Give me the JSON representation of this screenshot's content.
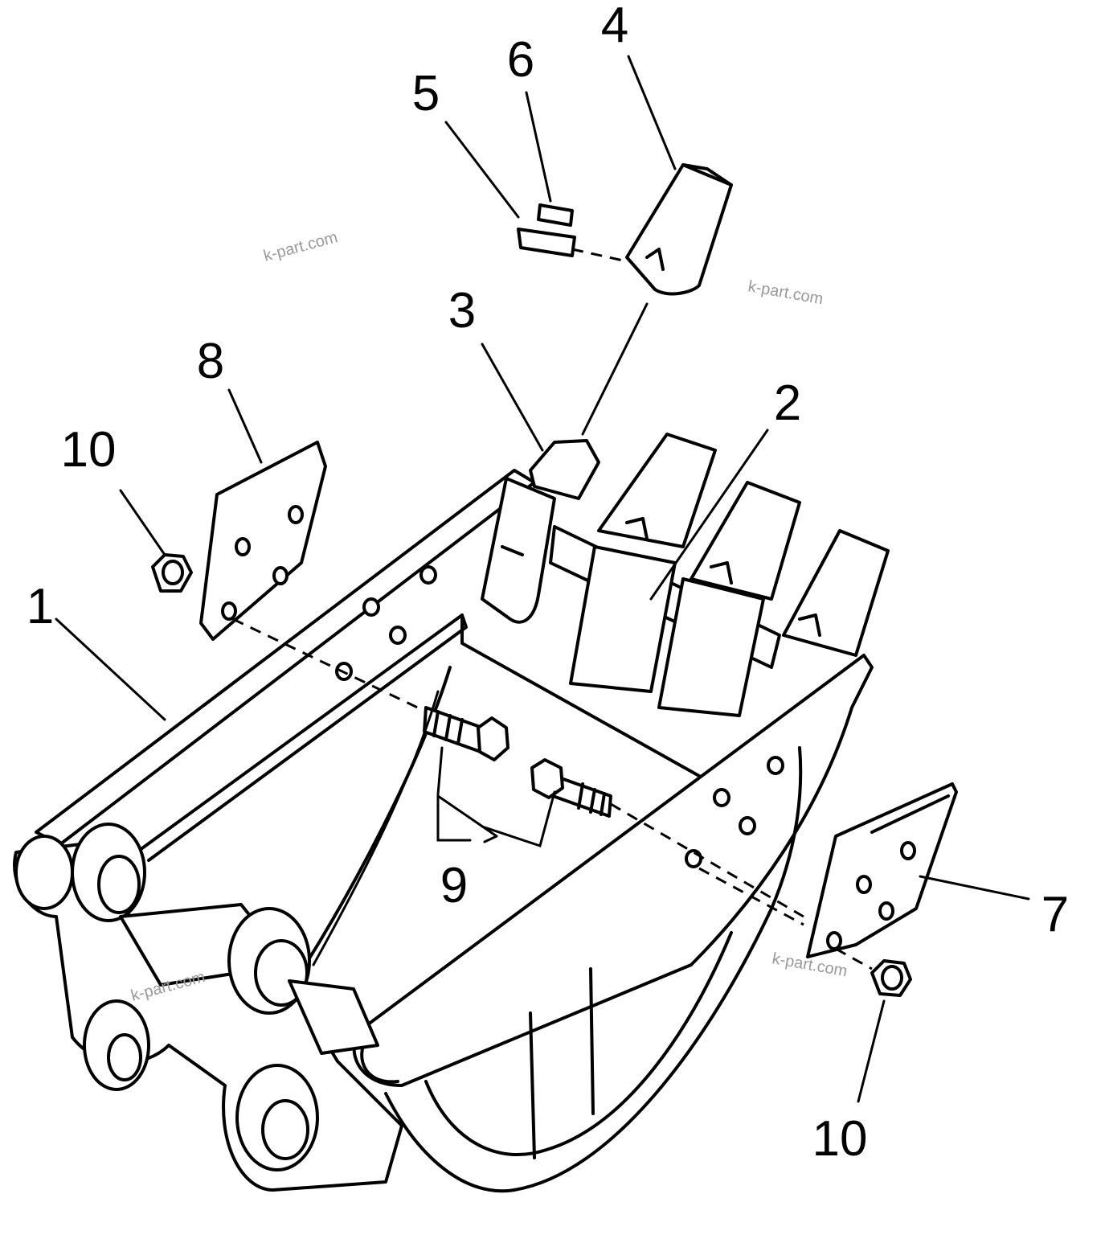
{
  "diagram": {
    "callouts": {
      "c1": "1",
      "c2": "2",
      "c3": "3",
      "c4": "4",
      "c5": "5",
      "c6": "6",
      "c7": "7",
      "c8": "8",
      "c9": "9",
      "c10_left": "10",
      "c10_right": "10"
    },
    "watermarks": {
      "w1": "k-part.com",
      "w2": "k-part.com",
      "w3": "k-part.com",
      "w4": "k-part.com"
    }
  }
}
